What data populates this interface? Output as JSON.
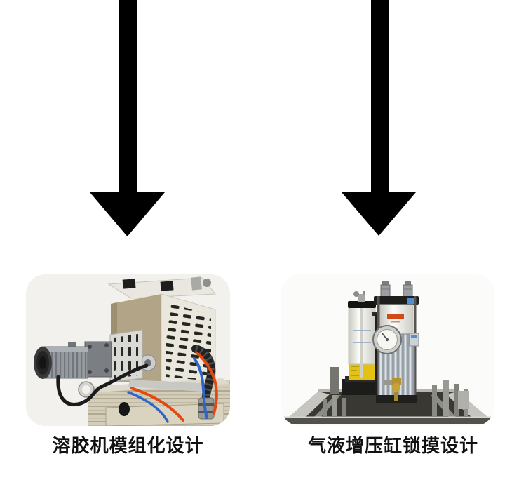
{
  "background": "#ffffff",
  "arrows": {
    "color": "#000000",
    "items": [
      {
        "name": "left-down-arrow",
        "direction": "down"
      },
      {
        "name": "right-down-arrow",
        "direction": "down"
      }
    ]
  },
  "figures": [
    {
      "caption": "溶胶机模组化设计",
      "photo_subject": "glue-melter-module",
      "card_background": "#f2f1ee",
      "colors": {
        "panel_tan": "#b2a486",
        "panel_cream": "#eae7dd",
        "tube_orange": "#e2480f",
        "tube_blue": "#2e66c8"
      }
    },
    {
      "caption": "气液增压缸锁摸设计",
      "photo_subject": "pneumatic-hydraulic-booster-cylinder",
      "card_background": "#fbfbfa",
      "colors": {
        "band_yellow": "#e3c214",
        "label_red": "#d24a1a",
        "label_blue": "#4d8fd1"
      }
    }
  ],
  "caption_color": "#111111"
}
